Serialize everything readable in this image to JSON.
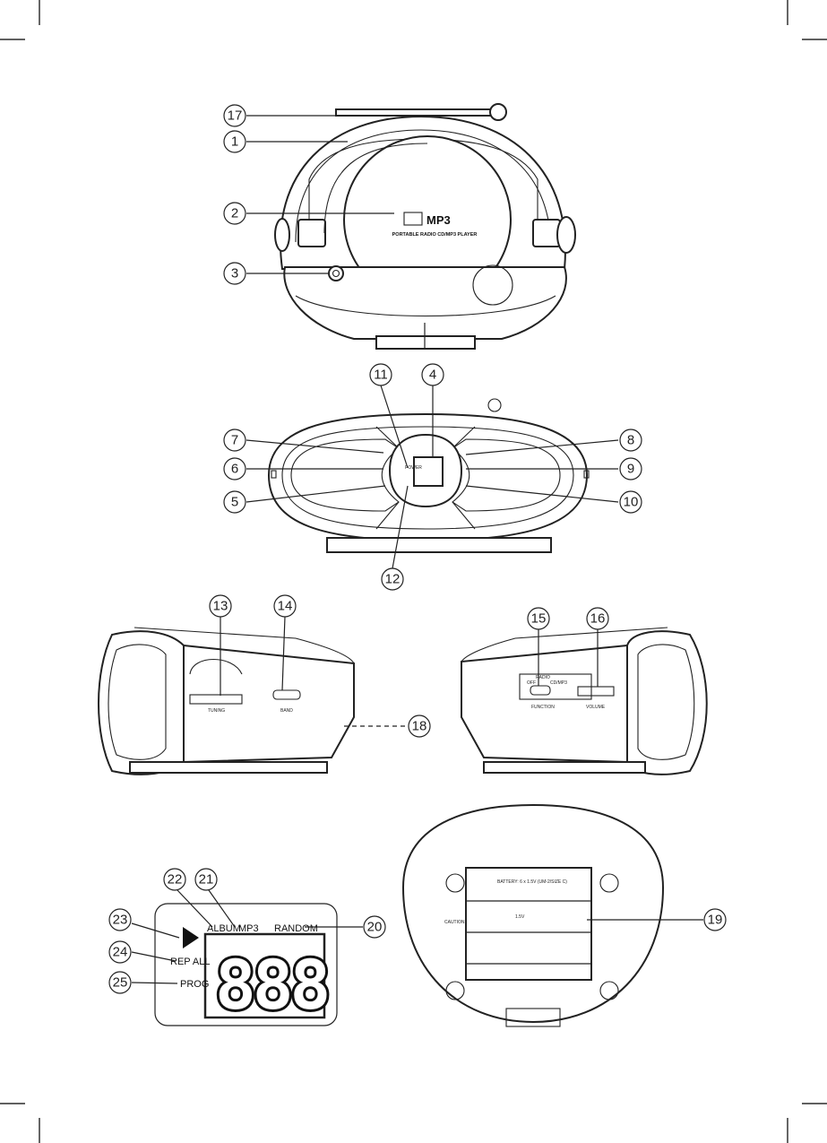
{
  "device_labels": {
    "mp3_logo": "MP3",
    "player_title": "PORTABLE RADIO CD/MP3 PLAYER",
    "power_label": "POWER",
    "tuning_label": "TUNING",
    "band_label": "BAND",
    "function_label": "FUNCTION",
    "volume_label": "VOLUME",
    "function_off": "OFF",
    "function_radio": "RADIO",
    "function_cd": "CD/MP3",
    "battery_label": "BATTERY: 6 x 1.5V (UM-2/SIZE C)",
    "caution_label": "CAUTION",
    "cell_voltage": "1.5V"
  },
  "lcd": {
    "album": "ALBUM",
    "mp3": "MP3",
    "random": "RANDOM",
    "rep_all": "REP ALL",
    "prog": "PROG",
    "digits": "888"
  },
  "callouts": [
    "1",
    "2",
    "3",
    "4",
    "5",
    "6",
    "7",
    "8",
    "9",
    "10",
    "11",
    "12",
    "13",
    "14",
    "15",
    "16",
    "17",
    "18",
    "19",
    "20",
    "21",
    "22",
    "23",
    "24",
    "25"
  ]
}
